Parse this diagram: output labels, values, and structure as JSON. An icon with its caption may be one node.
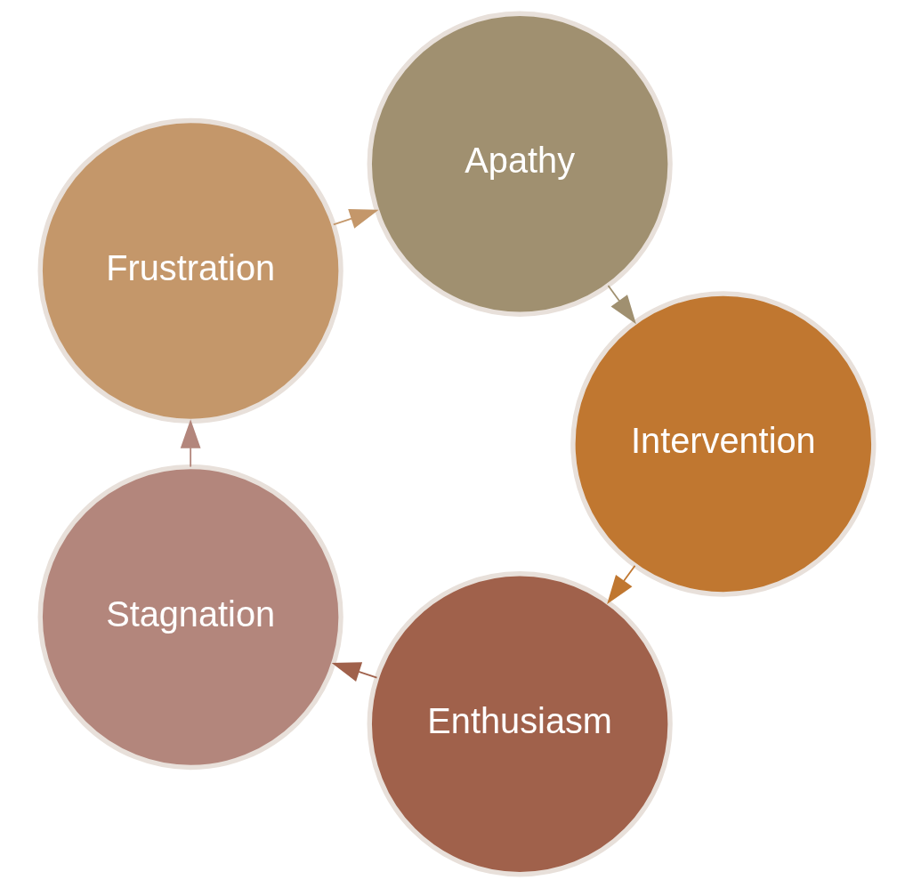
{
  "diagram": {
    "nodes": [
      {
        "text": [
          "Enthusiasm"
        ]
      },
      {
        "text": [
          "Stagnation"
        ]
      },
      {
        "text": [
          "Frustration"
        ]
      },
      {
        "text": [
          "Apathy"
        ]
      },
      {
        "text": [
          "Intervention"
        ]
      }
    ],
    "edges": [
      {
        "from": 0,
        "to": 1,
        "arrow": "to",
        "color": "#a0614b"
      },
      {
        "from": 1,
        "to": 2,
        "arrow": "to",
        "color": "#b3867c"
      },
      {
        "from": 2,
        "to": 3,
        "arrow": "to",
        "color": "#c4976a"
      },
      {
        "from": 3,
        "to": 4,
        "arrow": "to",
        "color": "#a09070"
      },
      {
        "from": 4,
        "to": 0,
        "arrow": "to",
        "color": "#c07730"
      }
    ]
  }
}
